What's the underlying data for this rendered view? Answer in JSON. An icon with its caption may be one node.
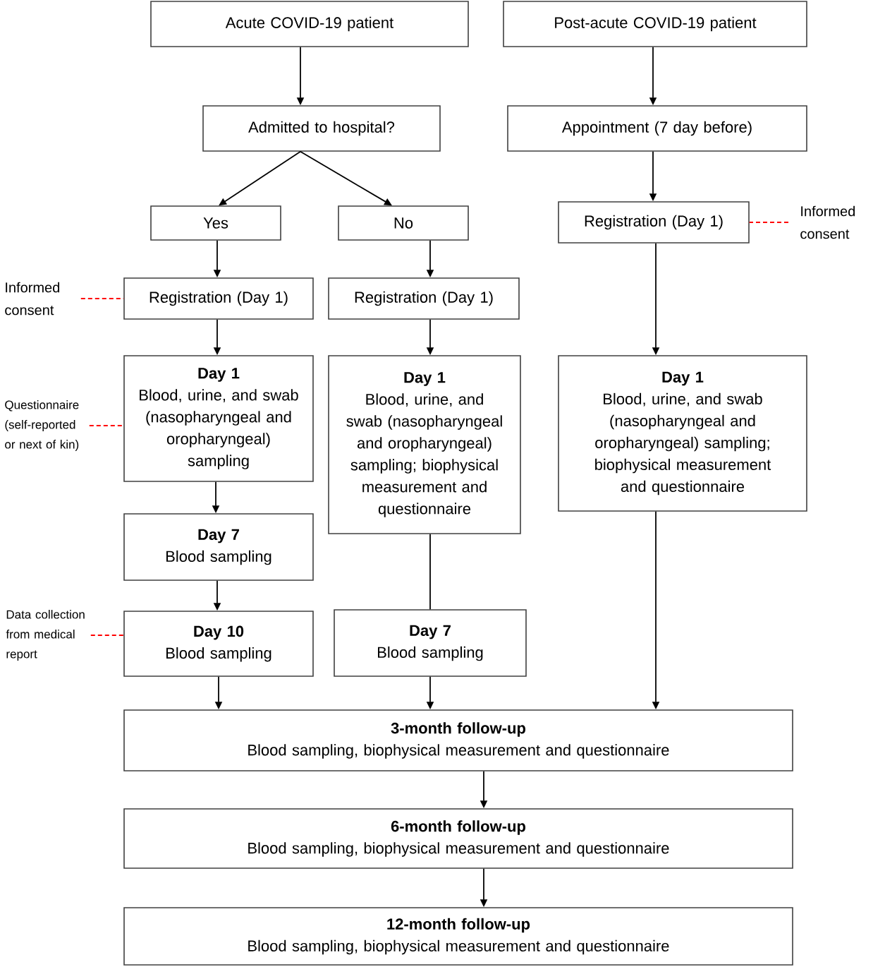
{
  "diagram": {
    "nodes": [
      {
        "text": [
          "Acute COVID-19 patient"
        ]
      },
      {
        "text": [
          "Post-acute COVID-19 patient"
        ]
      },
      {
        "text": [
          "Admitted to hospital?"
        ]
      },
      {
        "text": [
          "Appointment (7 day before)"
        ]
      },
      {
        "text": [
          "Yes"
        ]
      },
      {
        "text": [
          "No"
        ]
      },
      {
        "text": [
          "Registration (Day 1)"
        ]
      },
      {
        "text": [
          "Informed consent"
        ]
      },
      {
        "text": [
          "Informed consent"
        ]
      },
      {
        "text": [
          "Registration (Day 1)"
        ]
      },
      {
        "text": [
          "Registration (Day 1)"
        ]
      },
      {
        "text": [
          "Questionnaire (self-reported or next of kin)"
        ]
      },
      {
        "text": [
          "Day 1",
          "Blood, urine, and swab (nasopharyngeal and oropharyngeal) sampling"
        ]
      },
      {
        "text": [
          "Day 1",
          "Blood, urine, and swab (nasopharyngeal and oropharyngeal) sampling; biophysical measurement and questionnaire"
        ]
      },
      {
        "text": [
          "Day 1",
          "Blood, urine, and swab (nasopharyngeal and oropharyngeal) sampling; biophysical measurement and questionnaire"
        ]
      },
      {
        "text": [
          "Day 7",
          "Blood sampling"
        ]
      },
      {
        "text": [
          "Data collection from medical report"
        ]
      },
      {
        "text": [
          "Day 10",
          "Blood sampling"
        ]
      },
      {
        "text": [
          "Day 7",
          "Blood sampling"
        ]
      },
      {
        "text": [
          "3-month follow-up",
          "Blood sampling, biophysical measurement and questionnaire"
        ]
      },
      {
        "text": [
          "6-month follow-up",
          "Blood sampling, biophysical measurement and questionnaire"
        ]
      },
      {
        "text": [
          "12-month follow-up",
          "Blood sampling, biophysical measurement and questionnaire"
        ]
      }
    ],
    "edges": [
      {
        "from": 0,
        "to": 2,
        "arrow": "to"
      },
      {
        "from": 1,
        "to": 3,
        "arrow": "to"
      },
      {
        "from": 2,
        "to": 4,
        "arrow": "to"
      },
      {
        "from": 2,
        "to": 5,
        "arrow": "to"
      },
      {
        "from": 3,
        "to": 6,
        "arrow": "to"
      },
      {
        "from": 7,
        "to": 6,
        "arrow": "none",
        "style": "dashed",
        "color": "#ff0000"
      },
      {
        "from": 8,
        "to": 9,
        "arrow": "none",
        "style": "dashed",
        "color": "#ff0000"
      },
      {
        "from": 4,
        "to": 9,
        "arrow": "to"
      },
      {
        "from": 5,
        "to": 10,
        "arrow": "to"
      },
      {
        "from": 6,
        "to": 14,
        "arrow": "to"
      },
      {
        "from": 11,
        "to": 12,
        "arrow": "none",
        "style": "dashed",
        "color": "#ff0000"
      },
      {
        "from": 9,
        "to": 12,
        "arrow": "to"
      },
      {
        "from": 10,
        "to": 13,
        "arrow": "to"
      },
      {
        "from": 12,
        "to": 15,
        "arrow": "to"
      },
      {
        "from": 16,
        "to": 17,
        "arrow": "none",
        "style": "dashed",
        "color": "#ff0000"
      },
      {
        "from": 15,
        "to": 17,
        "arrow": "to"
      },
      {
        "from": 13,
        "to": 18,
        "arrow": "none"
      },
      {
        "from": 17,
        "to": 19,
        "arrow": "to"
      },
      {
        "from": 18,
        "to": 19,
        "arrow": "to"
      },
      {
        "from": 14,
        "to": 19,
        "arrow": "to"
      },
      {
        "from": 19,
        "to": 20,
        "arrow": "to"
      },
      {
        "from": 20,
        "to": 21,
        "arrow": "to"
      }
    ]
  }
}
